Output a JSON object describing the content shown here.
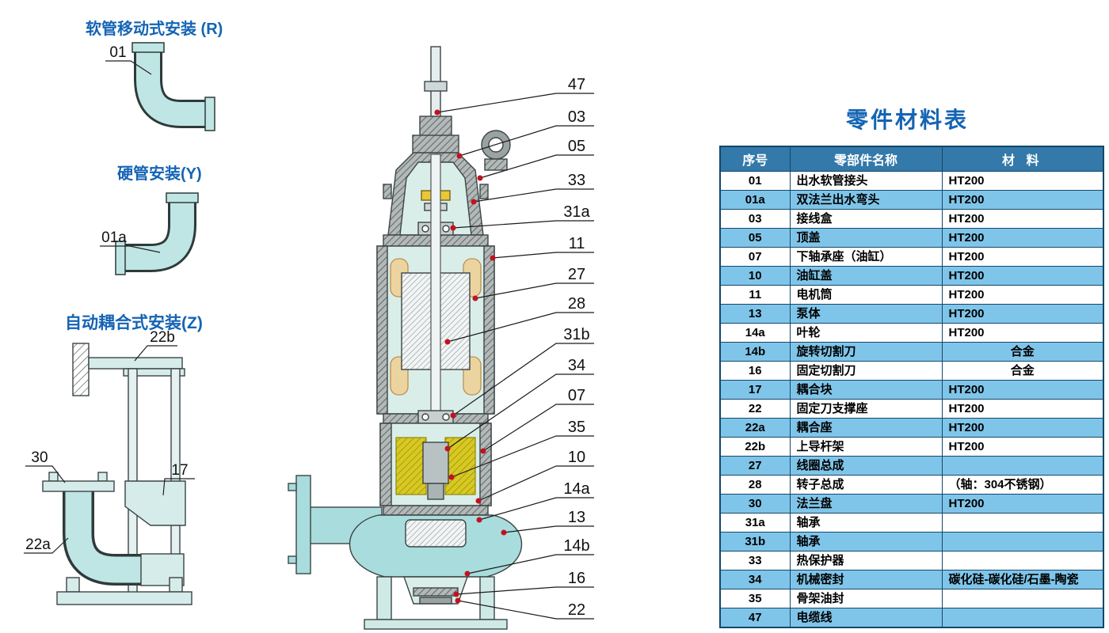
{
  "installations": [
    {
      "title": "软管移动式安装 (R)",
      "labels": [
        "01"
      ]
    },
    {
      "title": "硬管安装(Y)",
      "labels": [
        "01a"
      ]
    },
    {
      "title": "自动耦合式安装(Z)",
      "labels": [
        "22b",
        "30",
        "17",
        "22a"
      ]
    }
  ],
  "pump": {
    "callouts": [
      "47",
      "03",
      "05",
      "33",
      "31a",
      "11",
      "27",
      "28",
      "31b",
      "34",
      "07",
      "35",
      "10",
      "14a",
      "13",
      "14b",
      "16",
      "22"
    ]
  },
  "table": {
    "title": "零件材料表",
    "headers": [
      "序号",
      "零部件名称",
      "材 料"
    ],
    "rows": [
      [
        "01",
        "出水软管接头",
        "HT200"
      ],
      [
        "01a",
        "双法兰出水弯头",
        "HT200"
      ],
      [
        "03",
        "接线盒",
        "HT200"
      ],
      [
        "05",
        "顶盖",
        "HT200"
      ],
      [
        "07",
        "下轴承座（油缸）",
        "HT200"
      ],
      [
        "10",
        "油缸盖",
        "HT200"
      ],
      [
        "11",
        "电机筒",
        "HT200"
      ],
      [
        "13",
        "泵体",
        "HT200"
      ],
      [
        "14a",
        "叶轮",
        "HT200"
      ],
      [
        "14b",
        "旋转切割刀",
        "合金"
      ],
      [
        "16",
        "固定切割刀",
        "合金"
      ],
      [
        "17",
        "耦合块",
        "HT200"
      ],
      [
        "22",
        "固定刀支撑座",
        "HT200"
      ],
      [
        "22a",
        "耦合座",
        "HT200"
      ],
      [
        "22b",
        "上导杆架",
        "HT200"
      ],
      [
        "27",
        "线圈总成",
        ""
      ],
      [
        "28",
        "转子总成",
        "（轴：304不锈钢）"
      ],
      [
        "30",
        "法兰盘",
        "HT200"
      ],
      [
        "31a",
        "轴承",
        ""
      ],
      [
        "31b",
        "轴承",
        ""
      ],
      [
        "33",
        "热保护器",
        ""
      ],
      [
        "34",
        "机械密封",
        "碳化硅-碳化硅/石墨-陶瓷"
      ],
      [
        "35",
        "骨架油封",
        ""
      ],
      [
        "47",
        "电缆线",
        ""
      ]
    ]
  },
  "colors": {
    "accent": "#1464b4",
    "table_header_bg": "#3379a9",
    "table_row_alt": "#7fc5e9",
    "table_border": "#14476a",
    "callout_dot": "#c1121f",
    "pipe_fill": "#bfe6e4",
    "oil_fill": "#d8c922"
  }
}
